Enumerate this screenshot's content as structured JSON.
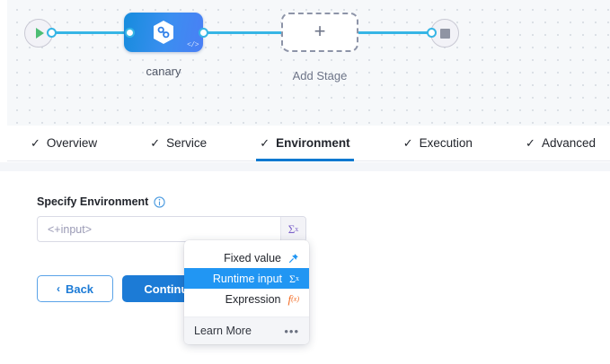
{
  "canvas": {
    "start_node": {
      "icon": "play-icon",
      "name": "pipeline-start"
    },
    "end_node": {
      "icon": "stop-icon",
      "name": "pipeline-end"
    },
    "stage": {
      "label": "canary",
      "icon": "harness-hexagon-icon",
      "badge_icon": "code-badge-icon"
    },
    "add_stage": {
      "label": "Add Stage",
      "icon": "plus-icon"
    },
    "colors": {
      "wire": "#36b5e5",
      "stage_start": "#168cdd",
      "stage_end": "#4a7ff5",
      "play": "#4dbd74",
      "stop": "#8f94a3"
    }
  },
  "tabs": [
    {
      "label": "Overview",
      "check": "✓",
      "active": false
    },
    {
      "label": "Service",
      "check": "✓",
      "active": false
    },
    {
      "label": "Environment",
      "check": "✓",
      "active": true
    },
    {
      "label": "Execution",
      "check": "✓",
      "active": false
    },
    {
      "label": "Advanced",
      "check": "✓",
      "active": false
    }
  ],
  "form": {
    "field_label": "Specify Environment",
    "info_icon": "info-icon",
    "input_value": "",
    "input_placeholder": "<+input>",
    "sigma_button": {
      "glyph": "Σ",
      "sup": "x",
      "icon": "runtime-input-icon"
    }
  },
  "buttons": {
    "back": {
      "label": "Back",
      "icon": "chevron-left-icon",
      "chevron": "‹"
    },
    "continue": {
      "label": "Continue"
    }
  },
  "dropdown": {
    "items": [
      {
        "label": "Fixed value",
        "icon": "pin-icon",
        "glyph": "📌",
        "selected": false
      },
      {
        "label": "Runtime input",
        "icon": "runtime-input-icon",
        "glyph": "Σ",
        "sup": "x",
        "selected": true
      },
      {
        "label": "Expression",
        "icon": "expression-fx-icon",
        "glyph": "f",
        "sup": "(x)",
        "selected": false
      }
    ],
    "footer": {
      "label": "Learn More",
      "icon": "more-options-icon",
      "glyph": "•••"
    }
  },
  "theme": {
    "accent_blue": "#1c7bd6",
    "tab_underline": "#0b79d0",
    "selected_item": "#2196f3",
    "purple": "#7b61c9",
    "orange": "#f36a21"
  }
}
